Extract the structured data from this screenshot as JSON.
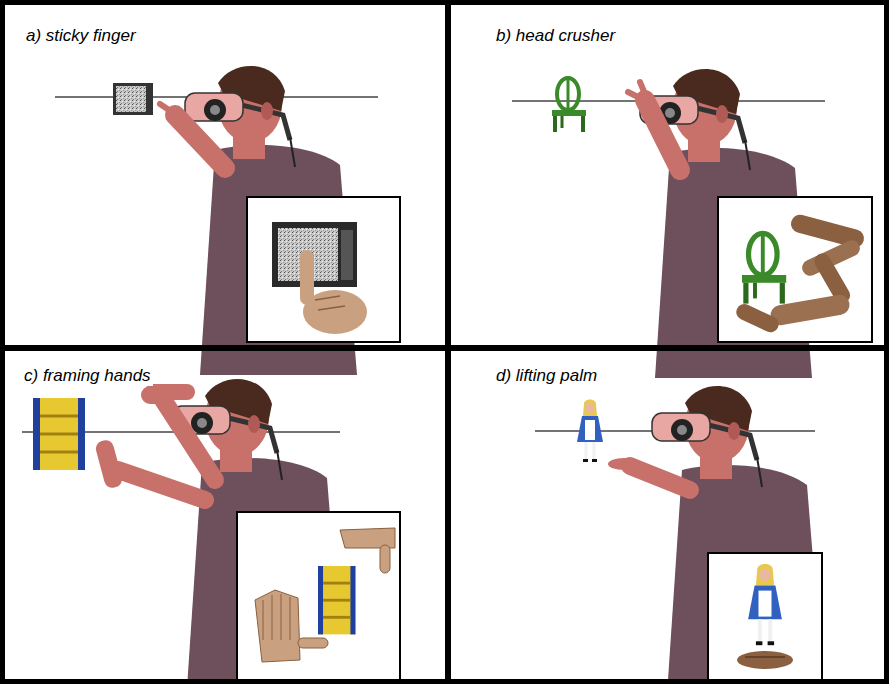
{
  "diagram": {
    "nodes": [
      {
        "text": [
          "a) sticky finger"
        ]
      },
      {
        "text": [
          "b) head crusher"
        ]
      },
      {
        "text": [
          "c) framing hands"
        ]
      },
      {
        "text": [
          "d) lifting palm"
        ]
      }
    ]
  }
}
